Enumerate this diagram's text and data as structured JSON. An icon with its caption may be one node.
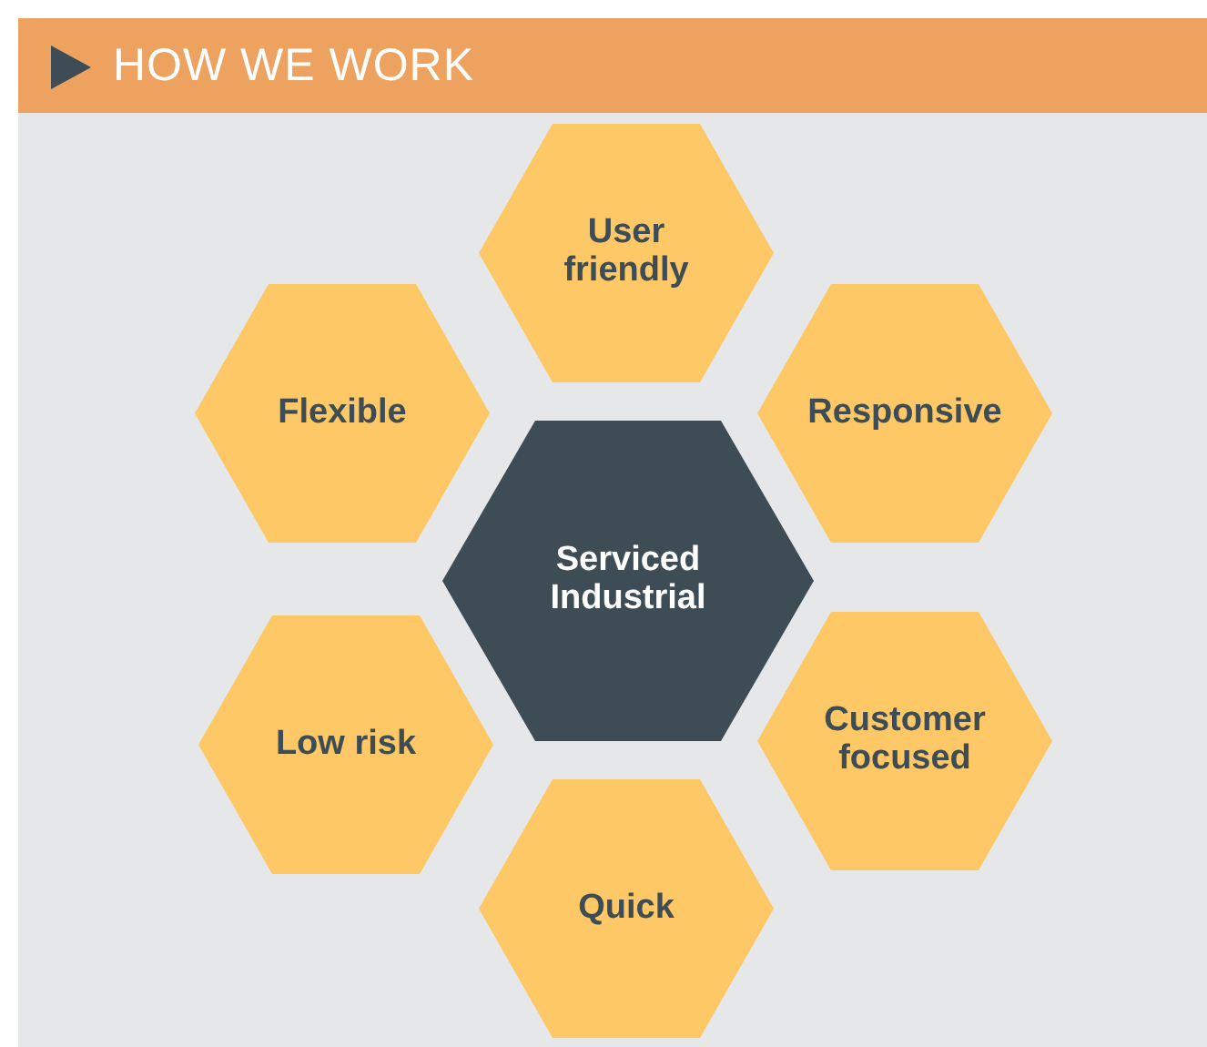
{
  "diagram": {
    "title": "HOW WE WORK",
    "nodes": [
      {
        "text": [
          "User friendly"
        ]
      },
      {
        "text": [
          "Flexible"
        ]
      },
      {
        "text": [
          "Responsive"
        ]
      },
      {
        "text": [
          "Serviced Industrial"
        ]
      },
      {
        "text": [
          "Low risk"
        ]
      },
      {
        "text": [
          "Customer focused"
        ]
      },
      {
        "text": [
          "Quick"
        ]
      }
    ]
  }
}
